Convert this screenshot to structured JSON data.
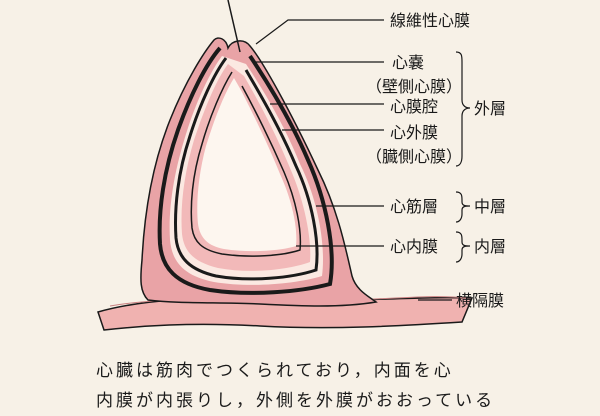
{
  "labels": {
    "fibrous": "線維性心膜",
    "sac": "心嚢",
    "parietal": "（壁側心膜）",
    "cavity": "心膜腔",
    "epicardium": "心外膜",
    "visceral": "（臓側心膜）",
    "myocardium": "心筋層",
    "endocardium": "心内膜",
    "diaphragm": "横隔膜"
  },
  "groups": {
    "outer": "外層",
    "middle": "中層",
    "inner": "内層"
  },
  "caption": {
    "line1": "心臓は筋肉でつくられており，内面を心",
    "line2": "内膜が内張りし，外側を外膜がおおっている"
  },
  "colors": {
    "line": "#1a1a1a",
    "fibrous_fill": "#e9a3a6",
    "muscle_fill": "#f2b9b9",
    "inner_fill": "#fbe9e2",
    "cavity_fill": "#fdf6ef",
    "diaphragm_fill": "#f0b2b0"
  }
}
